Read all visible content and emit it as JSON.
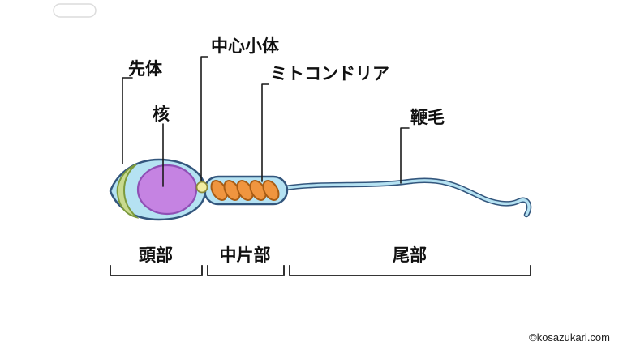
{
  "page": {
    "watermark": "©kosazukari.com"
  },
  "diagram": {
    "part_labels": {
      "acrosome": "先体",
      "nucleus": "核",
      "centriole": "中心小体",
      "mitochondria": "ミトコンドリア",
      "flagellum": "鞭毛"
    },
    "region_labels": {
      "head": "頭部",
      "midpiece": "中片部",
      "tail": "尾部"
    },
    "colors": {
      "cell_fill": "#b5e2f2",
      "cell_outline": "#33567d",
      "acrosome_fill": "#c9da8f",
      "acrosome_outline": "#7c9a3d",
      "nucleus_fill": "#c583e2",
      "nucleus_outline": "#8f4fb5",
      "centriole_fill": "#f2eda2",
      "mitochondria_fill": "#f0953f",
      "mitochondria_outline": "#a85c14"
    }
  }
}
